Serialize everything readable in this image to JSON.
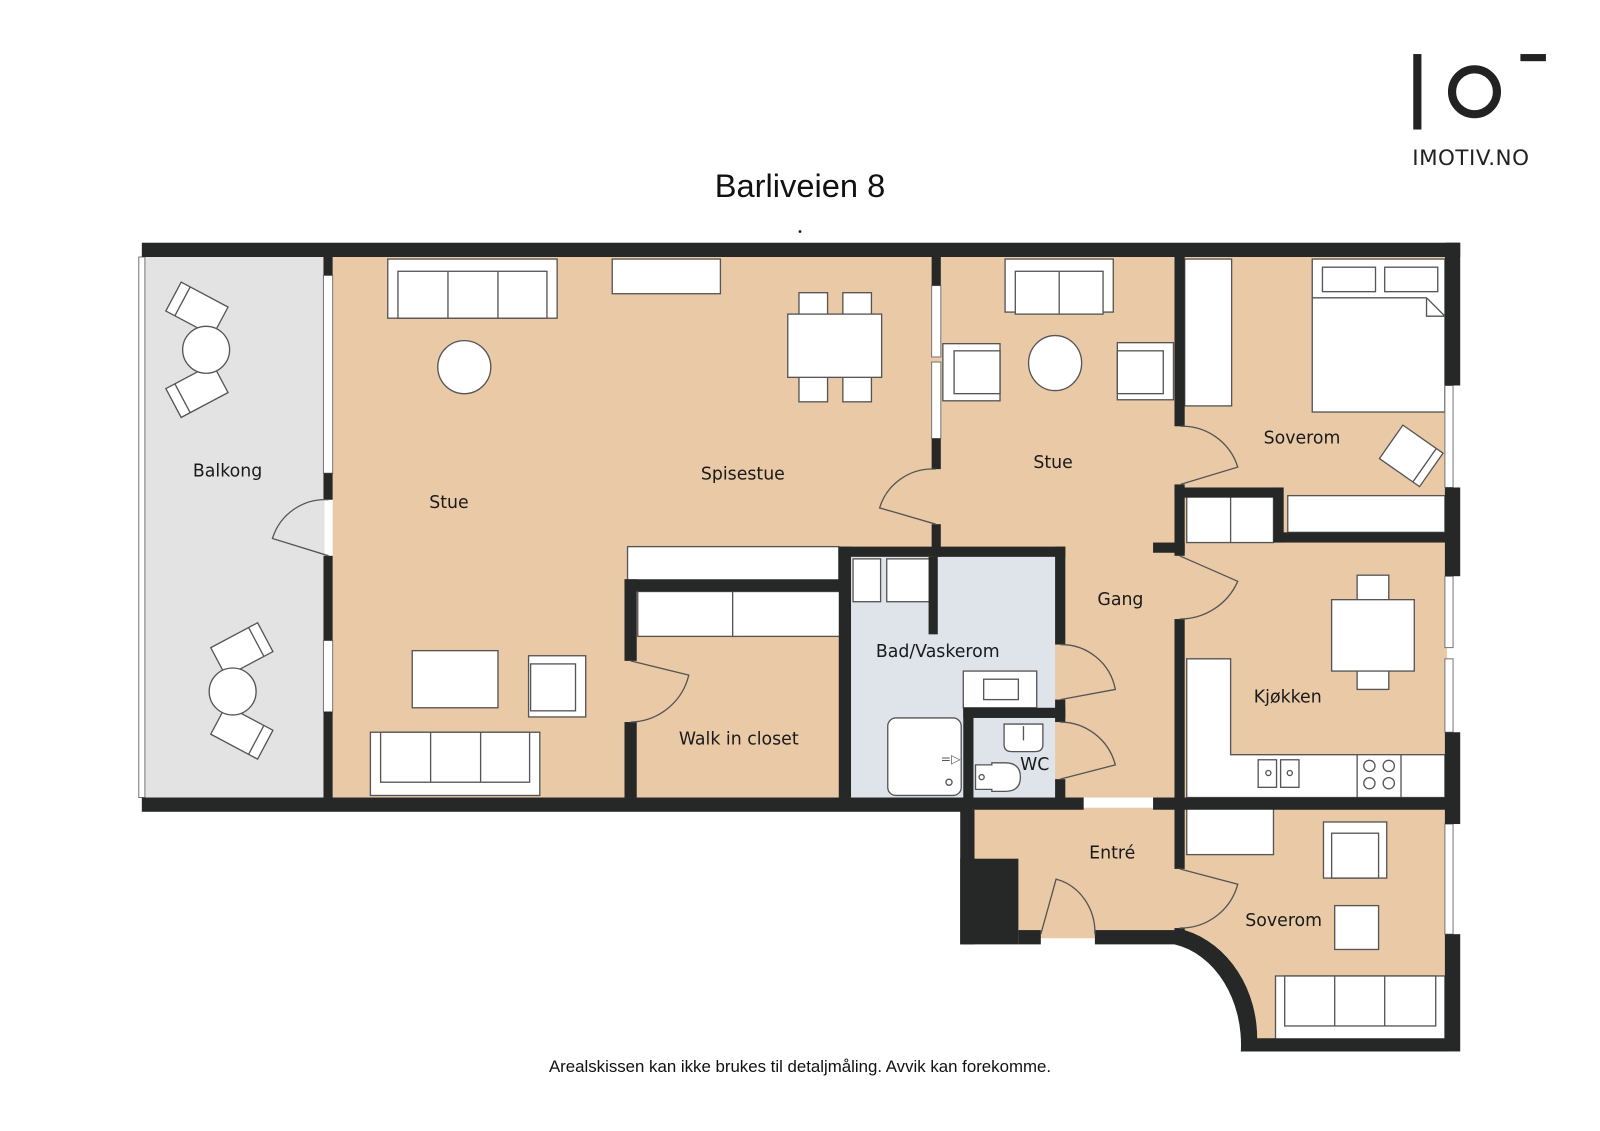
{
  "header": {
    "title": "Barliveien 8",
    "brand_text": "IMOTIV.NO",
    "brand_logo": "io-logo-mark"
  },
  "rooms": {
    "balkong": "Balkong",
    "stue_main": "Stue",
    "spisestue": "Spisestue",
    "stue_small": "Stue",
    "soverom_top": "Soverom",
    "walk_in_closet": "Walk in closet",
    "bad_vaskerom": "Bad/Vaskerom",
    "gang": "Gang",
    "kjokken": "Kjøkken",
    "wc": "WC",
    "entre": "Entré",
    "soverom_bottom": "Soverom"
  },
  "footer": {
    "disclaimer": "Arealskissen kan ikke brukes til detaljmåling. Avvik kan forekomme."
  },
  "colors": {
    "wall": "#262828",
    "warm_floor": "#e9c9a6",
    "balcony_floor": "#e3e3e3",
    "bath_floor": "#dfe3ea"
  }
}
